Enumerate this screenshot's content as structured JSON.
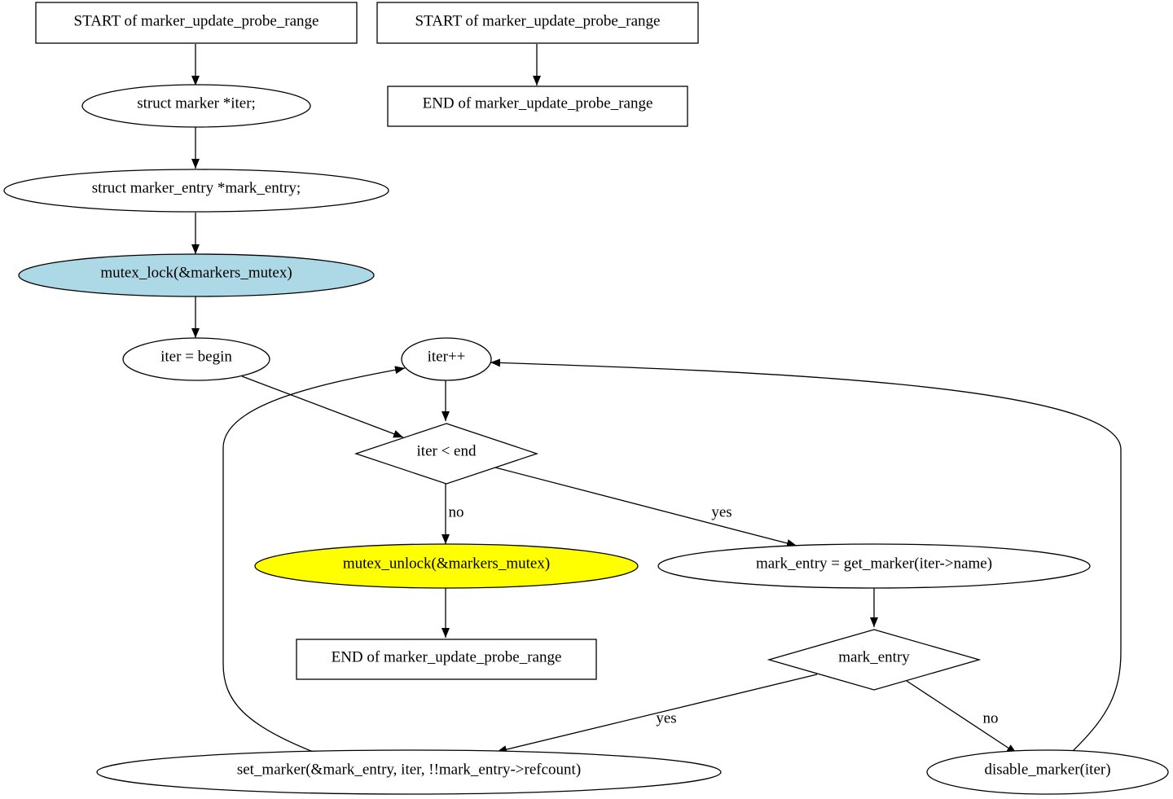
{
  "colors": {
    "lightblue": "#add8e6",
    "yellow": "#ffff00",
    "white": "#ffffff",
    "stroke": "#000000"
  },
  "nodes": {
    "start1": "START of marker_update_probe_range",
    "start2": "START of marker_update_probe_range",
    "end2": "END of marker_update_probe_range",
    "decl_iter": "struct marker *iter;",
    "decl_entry": "struct marker_entry *mark_entry;",
    "lock": "mutex_lock(&markers_mutex)",
    "init": "iter = begin",
    "incr": "iter++",
    "cond": "iter < end",
    "unlock": "mutex_unlock(&markers_mutex)",
    "end1": "END of marker_update_probe_range",
    "get": "mark_entry = get_marker(iter->name)",
    "check": "mark_entry",
    "set": "set_marker(&mark_entry, iter, !!mark_entry->refcount)",
    "disable": "disable_marker(iter)"
  },
  "edge_labels": {
    "cond_no": "no",
    "cond_yes": "yes",
    "check_yes": "yes",
    "check_no": "no"
  }
}
